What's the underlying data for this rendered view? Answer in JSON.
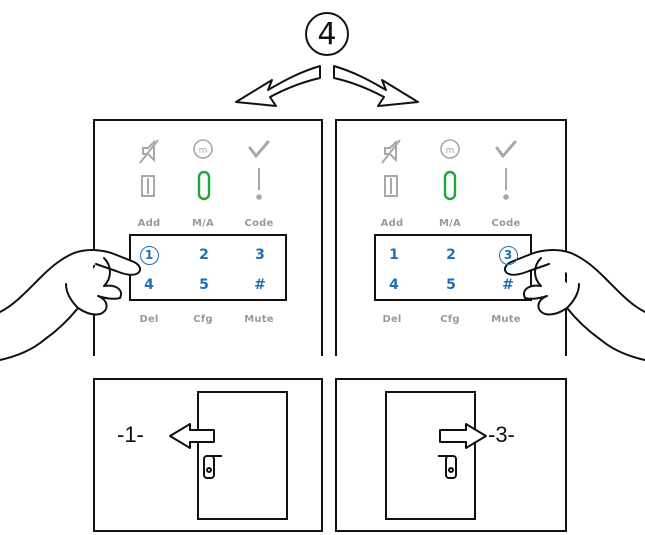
{
  "step": {
    "number": "4"
  },
  "panels": [
    {
      "id": "left",
      "labels": {
        "add": "Add",
        "ma": "M/A",
        "code": "Code",
        "del": "Del",
        "cfg": "Cfg",
        "mute": "Mute"
      },
      "keys": [
        "1",
        "2",
        "3",
        "4",
        "5",
        "#"
      ],
      "pressed_key": "1"
    },
    {
      "id": "right",
      "labels": {
        "add": "Add",
        "ma": "M/A",
        "code": "Code",
        "del": "Del",
        "cfg": "Cfg",
        "mute": "Mute"
      },
      "keys": [
        "1",
        "2",
        "3",
        "4",
        "5",
        "#"
      ],
      "pressed_key": "3"
    }
  ],
  "doors": [
    {
      "id": "left-door",
      "label": "-1-",
      "direction": "left"
    },
    {
      "id": "right-door",
      "label": "-3-",
      "direction": "right"
    }
  ],
  "colors": {
    "key_blue": "#1f6fb5",
    "status_green": "#22a43a",
    "icon_grey": "#a8a8a8",
    "line": "#111111"
  }
}
